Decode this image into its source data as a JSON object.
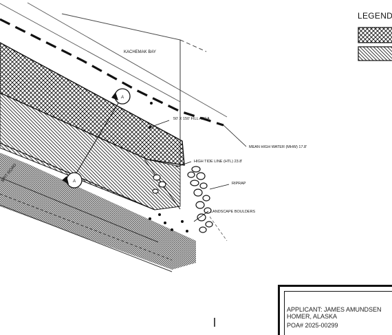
{
  "legend": {
    "title": "LEGEND:"
  },
  "labels": {
    "bay": "KACHEMAK BAY",
    "fill_area": "50' X 150' FILL AREA",
    "mhw": "MEAN HIGH WATER (MHW) 17.8'",
    "htl": "HIGH TIDE LINE (HTL) 23.8'",
    "riprap": "RIPRAP",
    "boulders": "LANDSCAPE BOULDERS",
    "road": "SPIT ROAD",
    "section_a": "A"
  },
  "title_block": {
    "applicant": "APPLICANT: JAMES AMUNDSEN",
    "location": "HOMER, ALASKA",
    "poa": "POA# 2025-00299"
  }
}
